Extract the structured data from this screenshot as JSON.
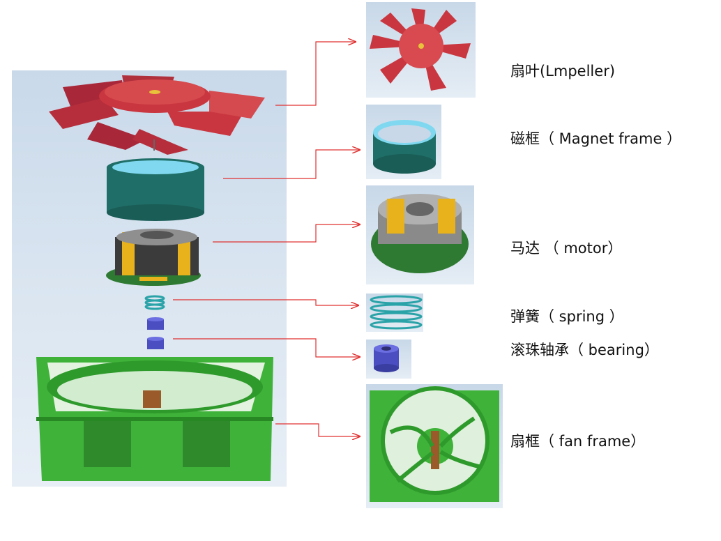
{
  "components": [
    {
      "id": "impeller",
      "label": "扇叶(Lmpeller)"
    },
    {
      "id": "magnet-frame",
      "label": "磁框（ Magnet frame ）"
    },
    {
      "id": "motor",
      "label": "马达 （ motor）"
    },
    {
      "id": "spring",
      "label": "弹簧（ spring ）"
    },
    {
      "id": "bearing",
      "label": "滚珠轴承（ bearing）"
    },
    {
      "id": "fan-frame",
      "label": "扇框（  fan frame）"
    }
  ],
  "colors": {
    "impeller": "#c9363f",
    "magnet_ring": "#1f6e67",
    "magnet_inner": "#7fd8ef",
    "motor_coil": "#e8b21c",
    "motor_body": "#3b3b3b",
    "pcb": "#2f7a32",
    "spring": "#2aa3a8",
    "bearing": "#4a4ec0",
    "fan_frame": "#3fb339",
    "leader_line": "#e03030"
  }
}
